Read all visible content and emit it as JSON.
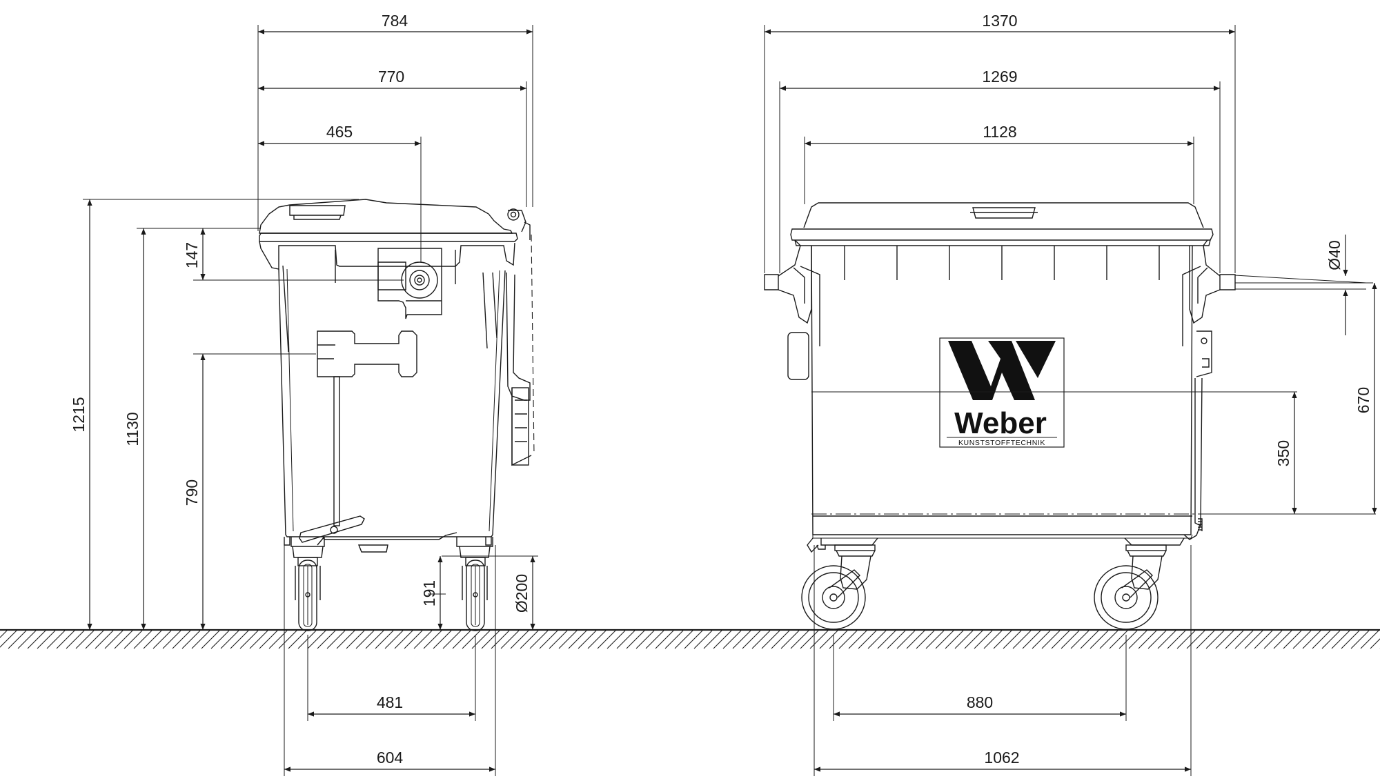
{
  "front_view": {
    "dimensions": {
      "overall_width": "784",
      "body_width": "770",
      "pivot_offset": "465",
      "overall_height": "1215",
      "rim_height": "1130",
      "pedal_offset": "147",
      "handle_height": "790",
      "axle_height": "191",
      "wheel_diameter": "Ø200",
      "wheel_track": "481",
      "base_width": "604"
    }
  },
  "side_view": {
    "dimensions": {
      "overall_width": "1370",
      "trunnion_width": "1269",
      "lid_width": "1128",
      "trunnion_diameter": "Ø40",
      "trunnion_height": "670",
      "label_height": "350",
      "wheel_base": "880",
      "base_width": "1062"
    },
    "logo": {
      "brand": "Weber",
      "tagline": "KUNSTSTOFFTECHNIK"
    }
  },
  "colors": {
    "line": "#1a1a1a",
    "background": "#ffffff"
  }
}
